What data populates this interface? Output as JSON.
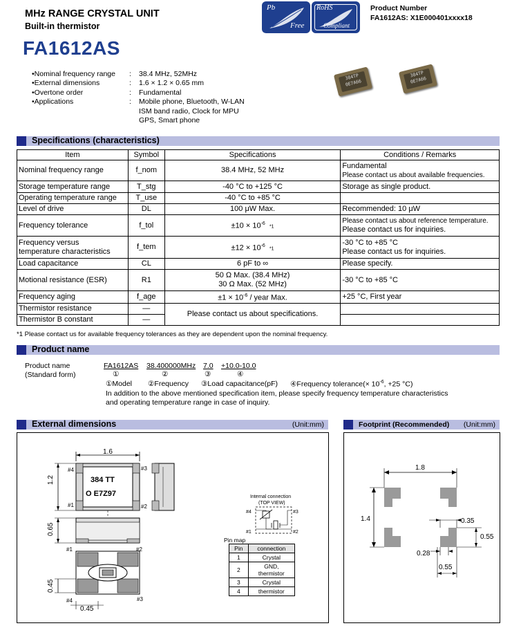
{
  "header": {
    "title": "MHz RANGE CRYSTAL UNIT",
    "subtitle": "Built-in thermistor",
    "model": "FA1612AS",
    "badge_pb_top": "Pb",
    "badge_pb_bottom": "Free",
    "badge_rohs_top": "RoHS",
    "badge_rohs_bottom": "Compliant",
    "product_number_label": "Product Number",
    "product_number_value": "FA1612AS: X1E000401xxxx18"
  },
  "features": [
    {
      "label": "•Nominal frequency range",
      "value": "38.4 MHz, 52MHz"
    },
    {
      "label": "•External dimensions",
      "value": "1.6 × 1.2 × 0.65 mm"
    },
    {
      "label": "•Overtone order",
      "value": "Fundamental"
    },
    {
      "label": "•Applications",
      "value": "Mobile phone, Bluetooth, W-LAN"
    },
    {
      "label": "",
      "value": "ISM band radio, Clock for MPU"
    },
    {
      "label": "",
      "value": "GPS, Smart phone"
    }
  ],
  "features_sep": ":",
  "photo_text": {
    "line1": "384TP",
    "line2": "0E7A66"
  },
  "specs": {
    "title": "Specifications (characteristics)",
    "headers": [
      "Item",
      "Symbol",
      "Specifications",
      "Conditions / Remarks"
    ],
    "rows": [
      {
        "item": "Nominal frequency range",
        "symbol": "f_nom",
        "spec": "38.4 MHz, 52 MHz",
        "cond1": "Fundamental",
        "cond2": "Please contact us about available frequencies."
      },
      {
        "item": "Storage temperature range",
        "symbol": "T_stg",
        "spec": "-40 °C to +125 °C",
        "cond1": "Storage as single product."
      },
      {
        "item": "Operating temperature range",
        "symbol": "T_use",
        "spec": "-40 °C to +85 °C",
        "cond1": ""
      },
      {
        "item": "Level of drive",
        "symbol": "DL",
        "spec": "100 μW Max.",
        "cond1": "Recommended: 10 μW"
      },
      {
        "item": "Frequency tolerance",
        "symbol": "f_tol",
        "spec": "±10 × 10",
        "spec_exp": "-6",
        "spec_note": "*1",
        "cond1": "Please contact us about reference temperature.",
        "cond2": "Please contact us for inquiries."
      },
      {
        "item1": "Frequency versus",
        "item2": "temperature characteristics",
        "symbol": "f_tem",
        "spec": "±12 × 10",
        "spec_exp": "-6",
        "spec_note": "*1",
        "cond1": "-30 °C to +85 °C",
        "cond2": "Please contact us for inquiries."
      },
      {
        "item": "Load capacitance",
        "symbol": "CL",
        "spec": "6 pF to ∞",
        "cond1": "Please specify."
      },
      {
        "item": "Motional resistance (ESR)",
        "symbol": "R1",
        "spec1": "50 Ω Max. (38.4 MHz)",
        "spec2": "30 Ω Max. (52 MHz)",
        "cond1": "-30 °C to +85 °C"
      },
      {
        "item": "Frequency aging",
        "symbol": "f_age",
        "spec": "±1 × 10",
        "spec_exp": "-6",
        "spec_tail": " / year Max.",
        "cond1": "+25 °C, First year"
      },
      {
        "item": "Thermistor resistance",
        "symbol": "—",
        "spec": "Please contact us about specifications.",
        "cond1": ""
      },
      {
        "item": "Thermistor B constant",
        "symbol": "—",
        "cond1": ""
      }
    ],
    "footnote": "*1 Please contact us for available frequency tolerances as they are dependent upon the nominal frequency."
  },
  "product_name": {
    "title": "Product name",
    "label1": "Product name",
    "label2": "(Standard form)",
    "parts": [
      "FA1612AS",
      "38.400000MHz",
      "7.0",
      "+10.0-10.0"
    ],
    "circles": [
      "①",
      "②",
      "③",
      "④"
    ],
    "legend": [
      "①Model",
      "②Frequency",
      "③Load capacitance(pF)",
      "④Frequency tolerance(× 10"
    ],
    "legend_exp": "-6",
    "legend_tail": ", +25 °C)",
    "note1": "In addition to the above mentioned specification item, please specify frequency temperature characteristics",
    "note2": "and operating temperature range in case of inquiry."
  },
  "external": {
    "title": "External dimensions",
    "unit": "(Unit:mm)",
    "dim_width": "1.6",
    "dim_height": "1.2",
    "dim_thick": "0.65",
    "dim_pad_h": "0.45",
    "dim_pad_w": "0.45",
    "mark_line1": "384 TT",
    "mark_line2": "O E7Z97",
    "pins": [
      "#1",
      "#2",
      "#3",
      "#4"
    ],
    "conn_title1": "Internal connection",
    "conn_title2": "(TOP VIEW)",
    "pin_map_title": "Pin map",
    "pin_map_headers": [
      "Pin",
      "connection"
    ],
    "pin_map_rows": [
      {
        "pin": "1",
        "conn": "Crystal"
      },
      {
        "pin": "2",
        "conn1": "GND,",
        "conn2": "thermistor"
      },
      {
        "pin": "3",
        "conn": "Crystal"
      },
      {
        "pin": "4",
        "conn": "thermistor"
      }
    ]
  },
  "footprint": {
    "title": "Footprint (Recommended)",
    "unit": "(Unit:mm)",
    "dim_width": "1.8",
    "dim_height": "1.4",
    "dim_pad_w": "0.35",
    "dim_pad_h": "0.55",
    "dim_gap": "0.28",
    "dim_pad_w2": "0.55"
  },
  "colors": {
    "accent": "#1f3f8f",
    "section_bar": "#b9bde0",
    "section_mark": "#1f2a8a"
  }
}
